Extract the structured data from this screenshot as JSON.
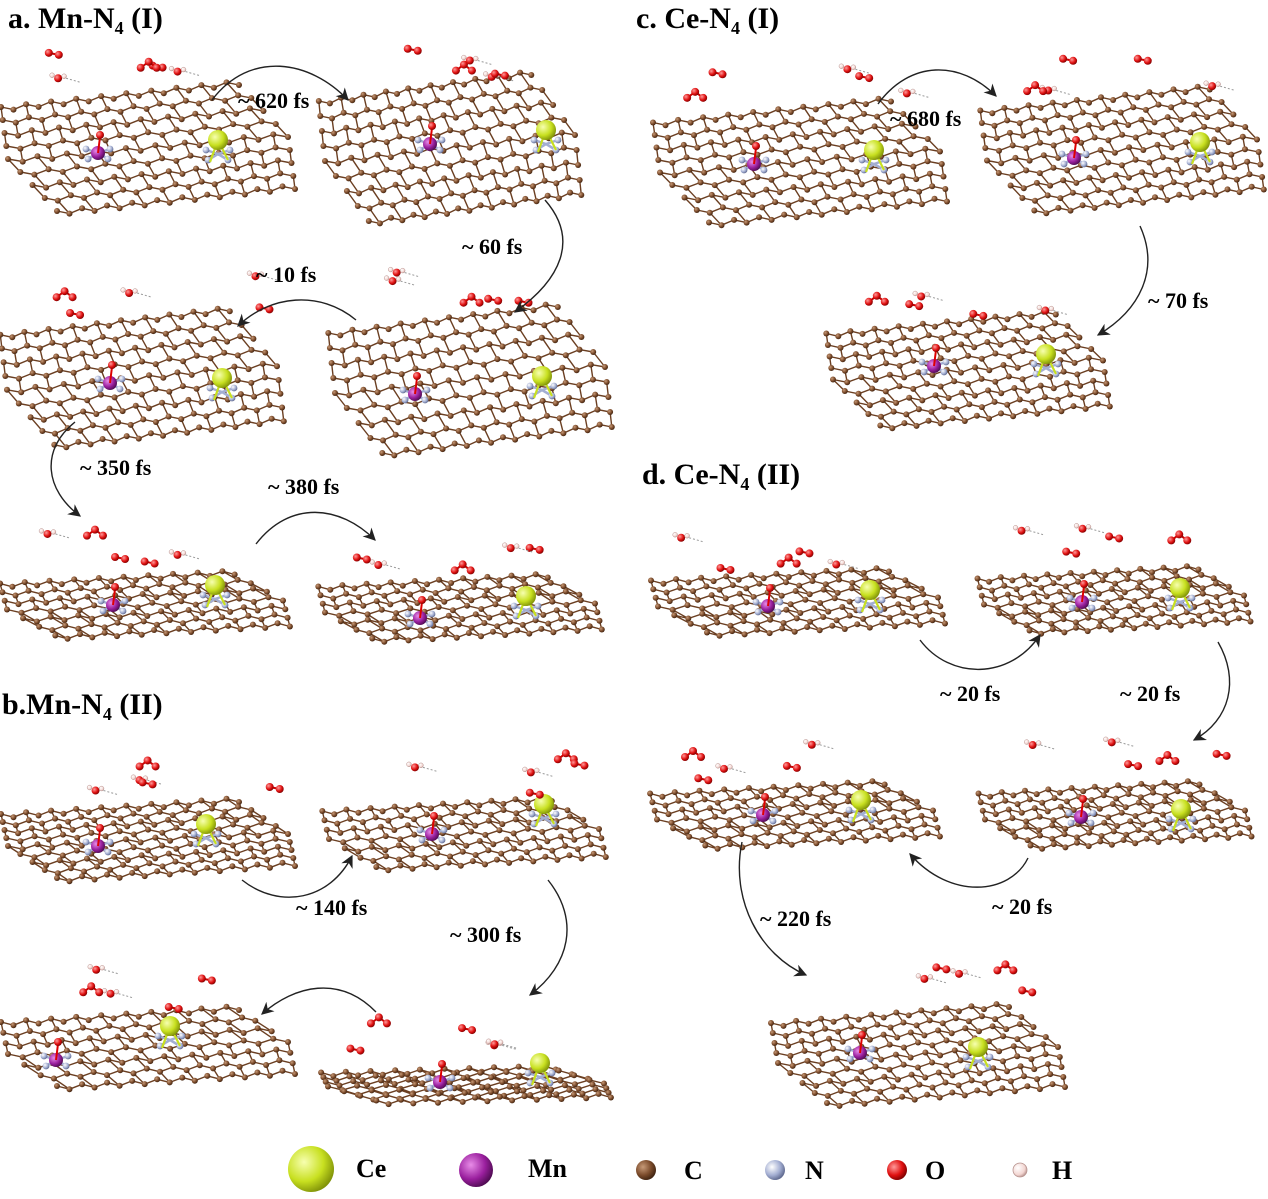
{
  "panels": {
    "a": {
      "prefix": "a. Mn-N",
      "sub": "4",
      "suffix": " (I)"
    },
    "b": {
      "prefix": "b.Mn-N",
      "sub": "4",
      "suffix": " (II)"
    },
    "c": {
      "prefix": "c. Ce-N",
      "sub": "4",
      "suffix": " (I)"
    },
    "d": {
      "prefix": "d. Ce-N",
      "sub": "4",
      "suffix": " (II)"
    }
  },
  "times": {
    "a1": "~ 620 fs",
    "a2": "~ 60 fs",
    "a3": "~ 10 fs",
    "a4": "~ 350 fs",
    "a5": "~ 380 fs",
    "b1": "~ 140 fs",
    "b2": "~ 300 fs",
    "c1": "~ 680 fs",
    "c2": "~ 70 fs",
    "d1": "~ 20 fs",
    "d2": "~ 20 fs",
    "d3": "~ 20 fs",
    "d4": "~ 220 fs"
  },
  "legend": [
    {
      "label": "Ce",
      "color": "#c8e020"
    },
    {
      "label": "Mn",
      "color": "#9a1f9e"
    },
    {
      "label": "C",
      "color": "#7a4a2a"
    },
    {
      "label": "N",
      "color": "#a3aed2"
    },
    {
      "label": "O",
      "color": "#e01010"
    },
    {
      "label": "H",
      "color": "#f3d6d2"
    }
  ],
  "colors": {
    "carbon": "#7a4a2a",
    "nitrogen": "#a3aed2",
    "oxygen": "#e01010",
    "hydrogen": "#f3d6d2",
    "manganese": "#9a1f9e",
    "cerium": "#c8e020",
    "arrow": "#222222"
  }
}
